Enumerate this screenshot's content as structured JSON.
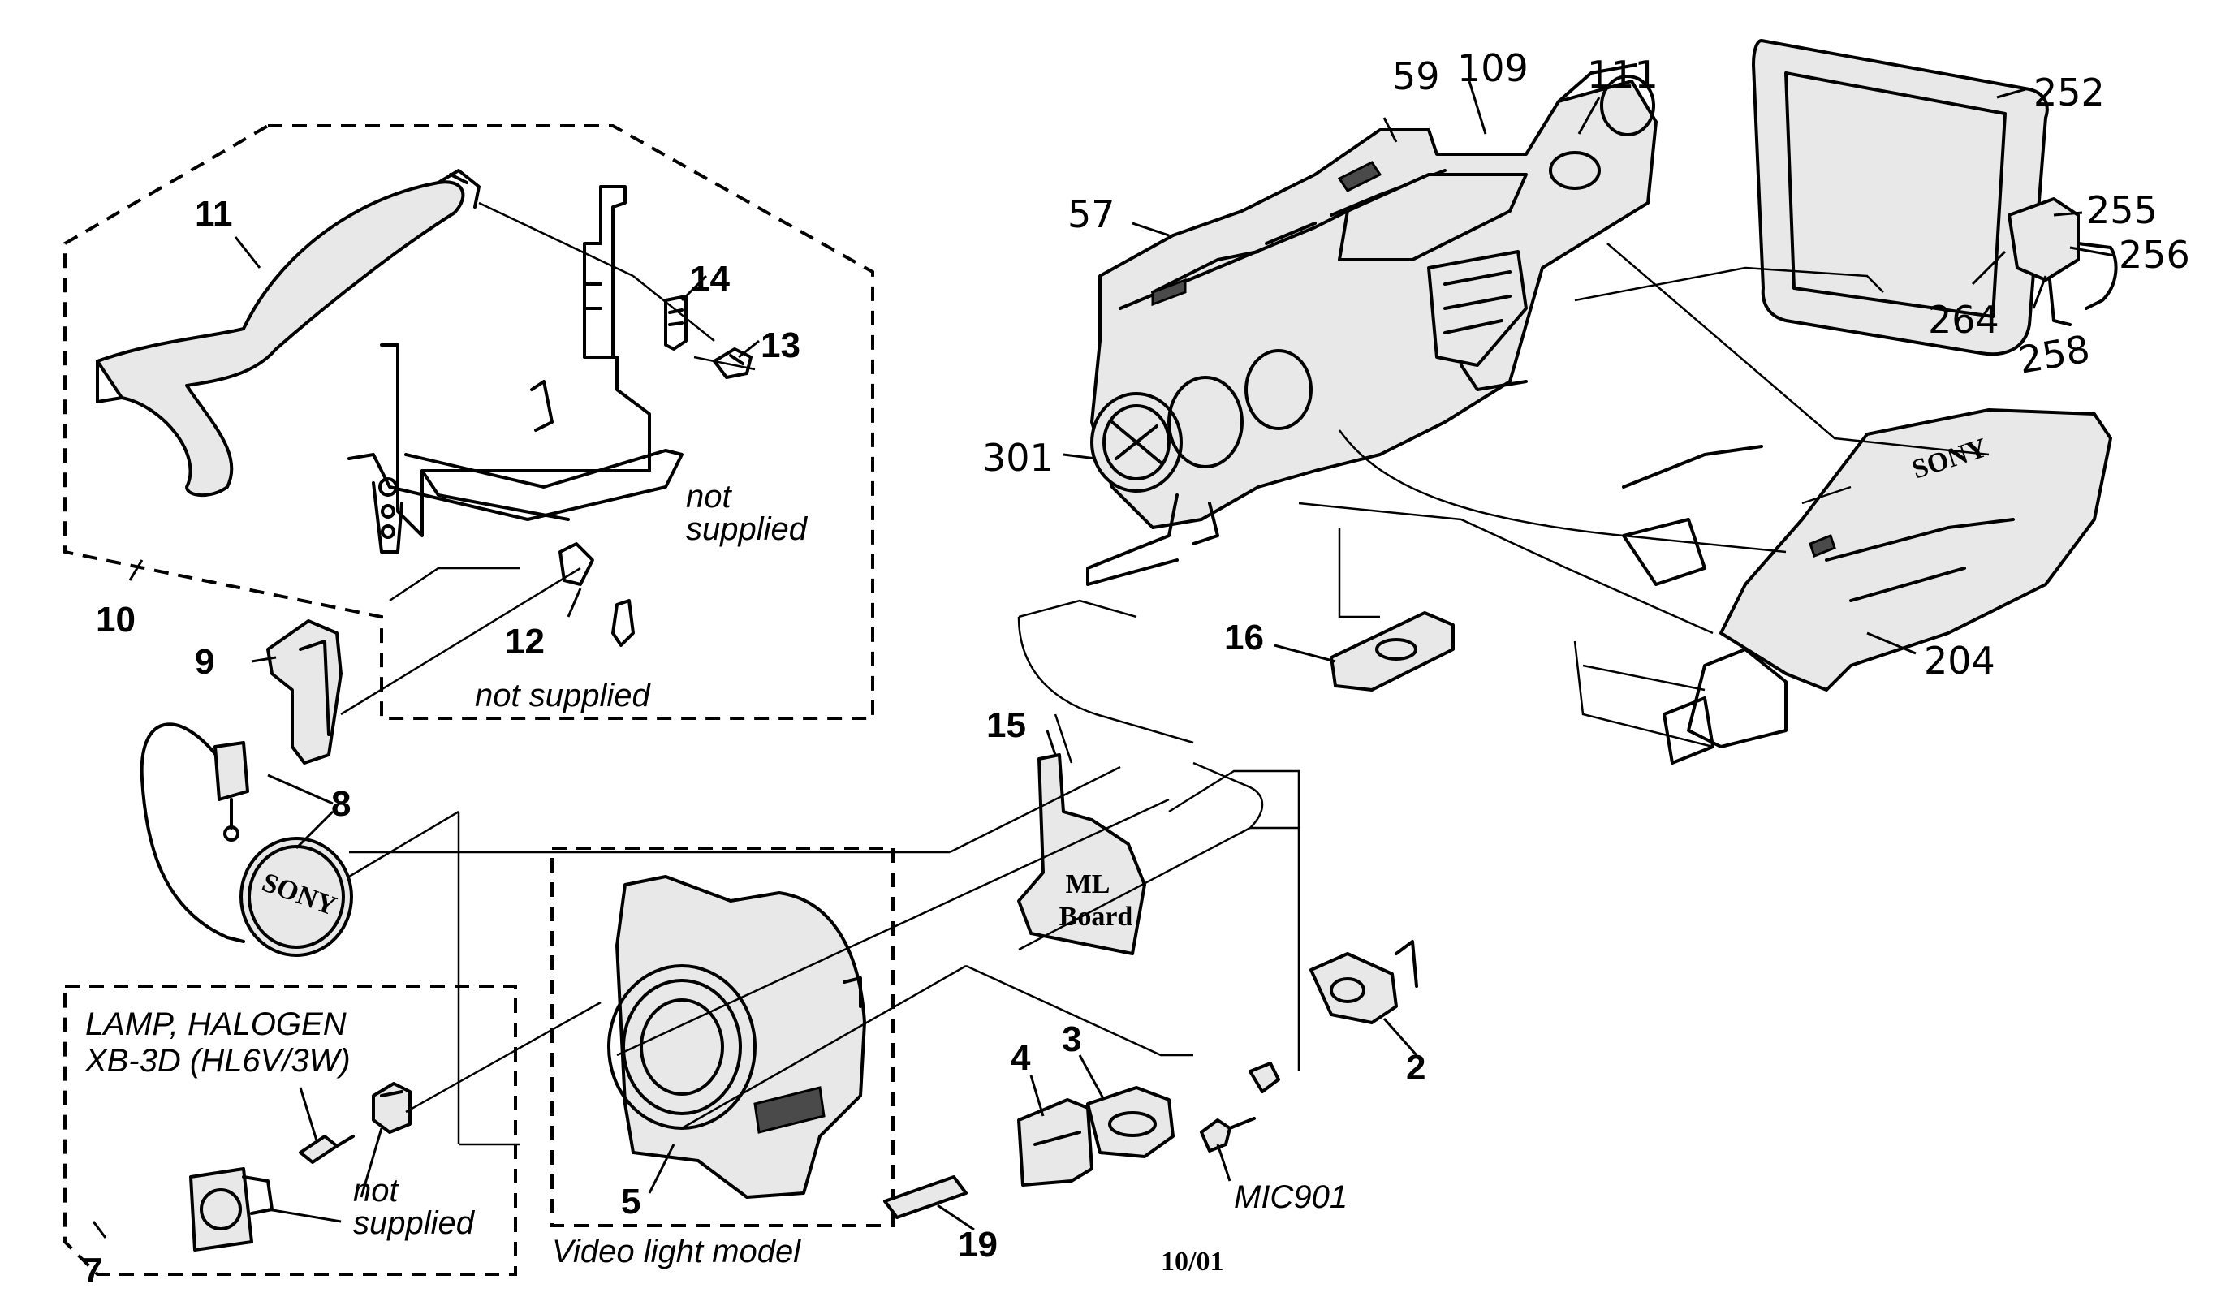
{
  "labels": {
    "p2": "2",
    "p3": "3",
    "p4": "4",
    "p5": "5",
    "p7": "7",
    "p8": "8",
    "p9": "9",
    "p10": "10",
    "p11": "11",
    "p12": "12",
    "p13": "13",
    "p14": "14",
    "p15": "15",
    "p16": "16",
    "p19": "19",
    "p57": "57",
    "p59": "59",
    "p109": "109",
    "p111": "111",
    "p204": "204",
    "p252": "252",
    "p255": "255",
    "p256": "256",
    "p258": "258",
    "p264": "264",
    "p301": "301",
    "mic901": "MIC901"
  },
  "notes": {
    "not_supplied_1a": "not",
    "not_supplied_1b": "supplied",
    "not_supplied_2": "not supplied",
    "not_supplied_3a": "not",
    "not_supplied_3b": "supplied",
    "lamp_line1": "LAMP, HALOGEN",
    "lamp_line2": "XB-3D (HL6V/3W)",
    "video_light_model": "Video light model",
    "ml_board_1": "ML",
    "ml_board_2": "Board",
    "sony_cap": "SONY",
    "sony_body": "SONY",
    "date_code": "10/01"
  }
}
